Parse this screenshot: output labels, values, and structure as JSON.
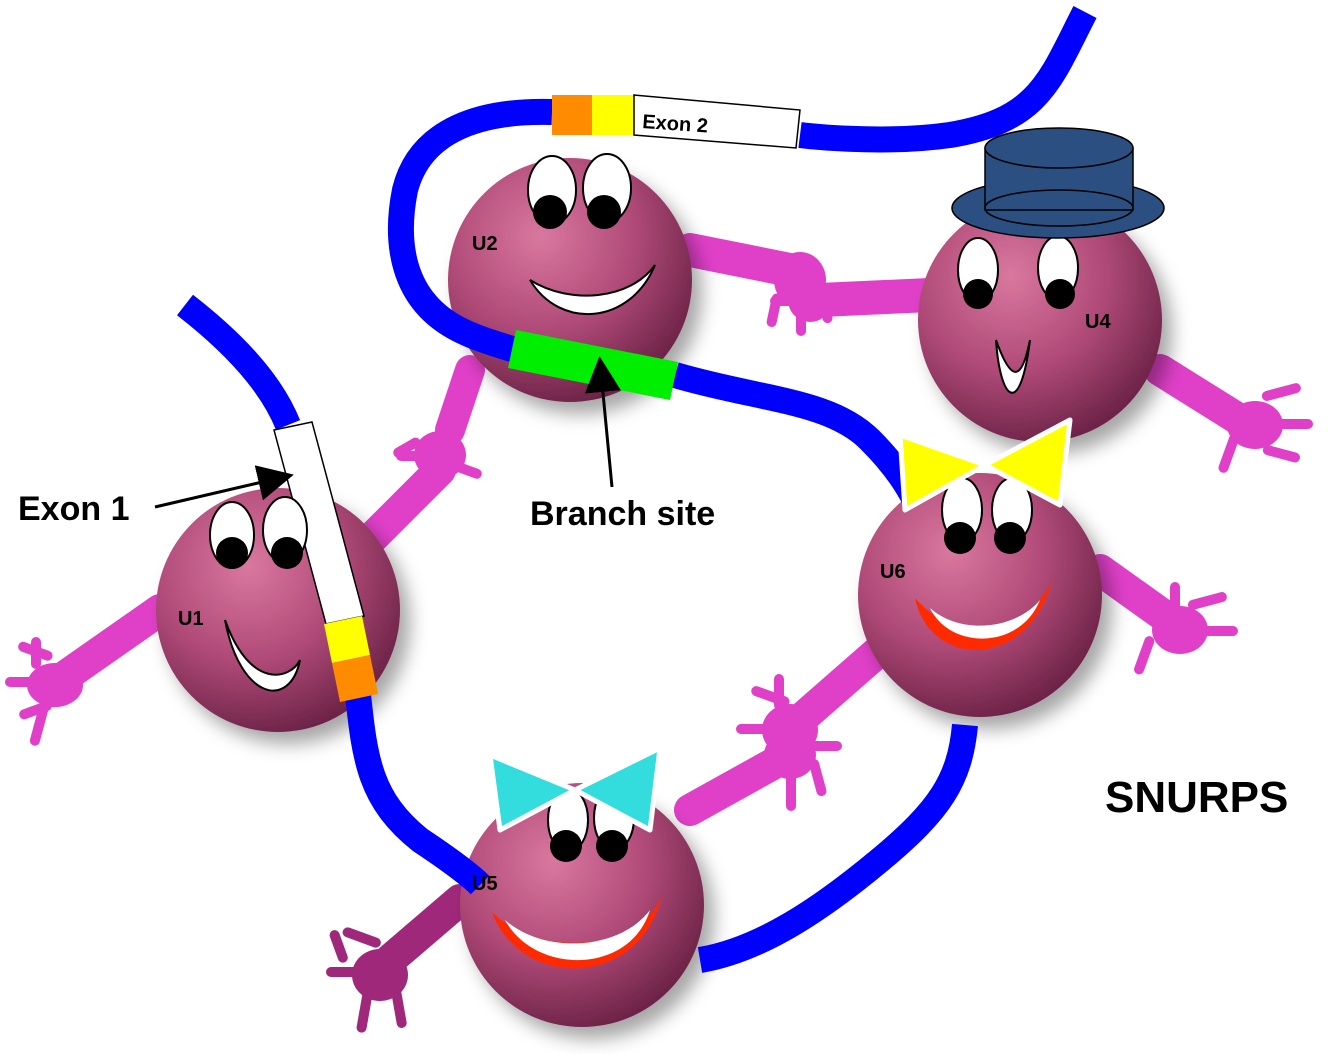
{
  "labels": {
    "exon1": "Exon 1",
    "exon2": "Exon 2",
    "branch_site": "Branch site",
    "title": "SNURPS",
    "u1": "U1",
    "u2": "U2",
    "u4": "U4",
    "u5": "U5",
    "u6": "U6"
  },
  "colors": {
    "rna_strand": "#0000ff",
    "snurp_body": "#b04a78",
    "arm": "#e040c8",
    "arm_u5": "#a0287a",
    "exon_box": "#ffffff",
    "splice_yellow": "#ffff00",
    "splice_orange": "#ff8c00",
    "branch_green": "#00ee00",
    "hat": "#2a4f80",
    "bow_yellow": "#ffff00",
    "bow_cyan": "#33dddd",
    "smile_red": "#ff2a00"
  },
  "icons": [
    "top-hat-icon",
    "bow-tie-icon",
    "arrow-icon"
  ]
}
